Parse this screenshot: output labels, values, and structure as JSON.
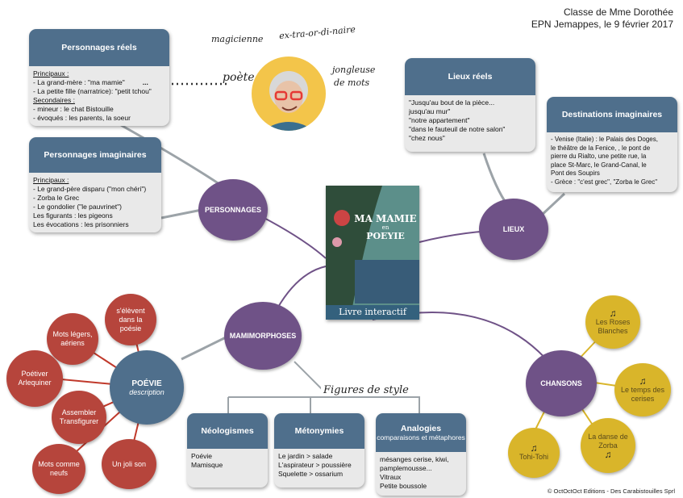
{
  "header": {
    "line1": "Classe de Mme Dorothée",
    "line2": "EPN Jemappes, le 9 février 2017"
  },
  "copyright": "© OctOctOct Editions - Des Carabistouilles Sprl",
  "center_book": {
    "title_line1": "MA MAMIE",
    "title_line2": "en",
    "title_line3": "POEYIE",
    "banner": "Livre interactif"
  },
  "portrait_words": {
    "w1": "magicienne",
    "w2": "ex-tra-or-di-naire",
    "w3": "poète",
    "w4": "jongleuse",
    "w5": "de mots"
  },
  "personnages": {
    "node": "PERSONNAGES",
    "reels": {
      "title": "Personnages réels",
      "lines": [
        "Principaux :",
        "- La grand-mère : \"ma mamie\"",
        "- La petite fille (narratrice): \"petit tchou\"",
        "Secondaires :",
        "- mineur : le chat Bistouille",
        "- évoqués : les parents, la soeur"
      ],
      "ellipsis": "..."
    },
    "imaginaires": {
      "title": "Personnages imaginaires",
      "lines": [
        "Principaux :",
        "- Le grand-père disparu (\"mon chéri\")",
        "- Zorba le Grec",
        "- Le gondolier (\"le pauvrinet\")",
        "Les figurants : les pigeons",
        "Les évocations : les prisonniers"
      ]
    }
  },
  "lieux": {
    "node": "LIEUX",
    "reels": {
      "title": "Lieux réels",
      "lines": [
        "\"Jusqu'au bout de la pièce...",
        "jusqu'au mur\"",
        "\"notre appartement\"",
        "\"dans le fauteuil de notre salon\"",
        "\"chez nous\""
      ]
    },
    "imaginaires": {
      "title": "Destinations imaginaires",
      "lines": [
        "- Venise (Italie) : le Palais des Doges,",
        "le théâtre de la Fenice, , le pont de",
        "pierre du Rialto, une petite rue, la",
        "place St-Marc, le Grand-Canal, le",
        "Pont des Soupirs",
        "- Grèce : \"c'est grec\", \"Zorba le Grec\""
      ]
    }
  },
  "mamimorphoses": {
    "node": "MAMIMORPHOSES",
    "figures_label": "Figures de style",
    "neologismes": {
      "title": "Néologismes",
      "lines": [
        "Poévie",
        "Mamisque"
      ]
    },
    "metonymies": {
      "title": "Métonymies",
      "lines": [
        "Le jardin > salade",
        "L'aspirateur > poussière",
        "Squelette > ossarium"
      ]
    },
    "analogies": {
      "title": "Analogies",
      "subtitle": "comparaisons et métaphores",
      "lines": [
        "mésanges cerise, kiwi,",
        "pamplemousse...",
        "Vitraux",
        "Petite boussole"
      ]
    }
  },
  "poevie": {
    "node": "POÉVIE",
    "node_sub": "description",
    "items": [
      "s'élèvent dans la poésie",
      "Mots légers, aériens",
      "Poétiver Arlequiner",
      "Assembler Transfigurer",
      "Mots comme neufs",
      "Un joli son"
    ]
  },
  "chansons": {
    "node": "CHANSONS",
    "items": [
      "Les Roses Blanches",
      "Le temps des cerises",
      "La danse de Zorba",
      "Tohi-Tohi"
    ],
    "note_icon": "music-note-icon"
  }
}
